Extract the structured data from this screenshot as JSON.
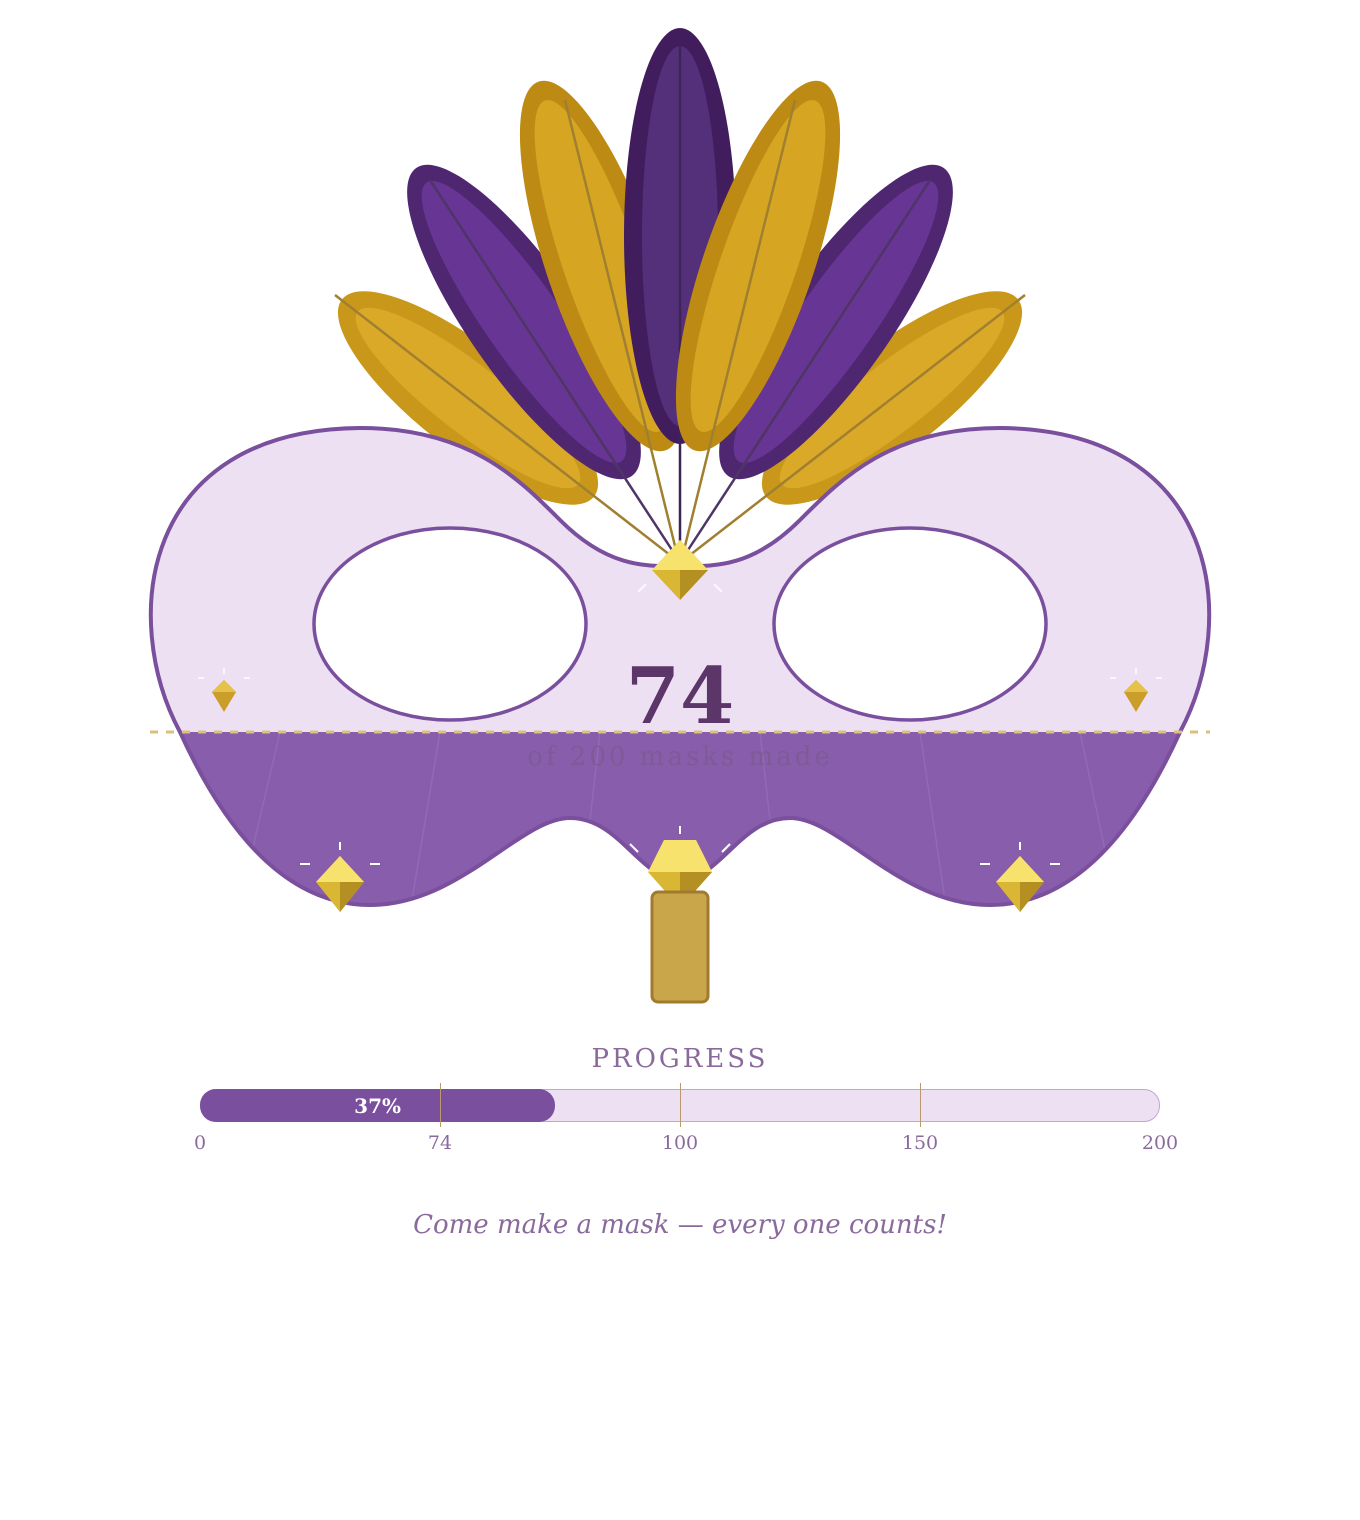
{
  "counter": {
    "value": "74",
    "subtitle": "of 200 masks made"
  },
  "progress": {
    "label": "PROGRESS",
    "current": 74,
    "goal": 200,
    "percent_label": "37%",
    "ticks": [
      {
        "label": "0",
        "value": 0
      },
      {
        "label": "74",
        "value": 50
      },
      {
        "label": "100",
        "value": 100
      },
      {
        "label": "150",
        "value": 150
      },
      {
        "label": "200",
        "value": 200
      }
    ]
  },
  "cta": "Come make a mask — every one counts!",
  "colors": {
    "purple": "#7a4f9d",
    "lavender": "#ede0f3",
    "gold": "#d4a520",
    "dark_purple": "#5c3569"
  }
}
